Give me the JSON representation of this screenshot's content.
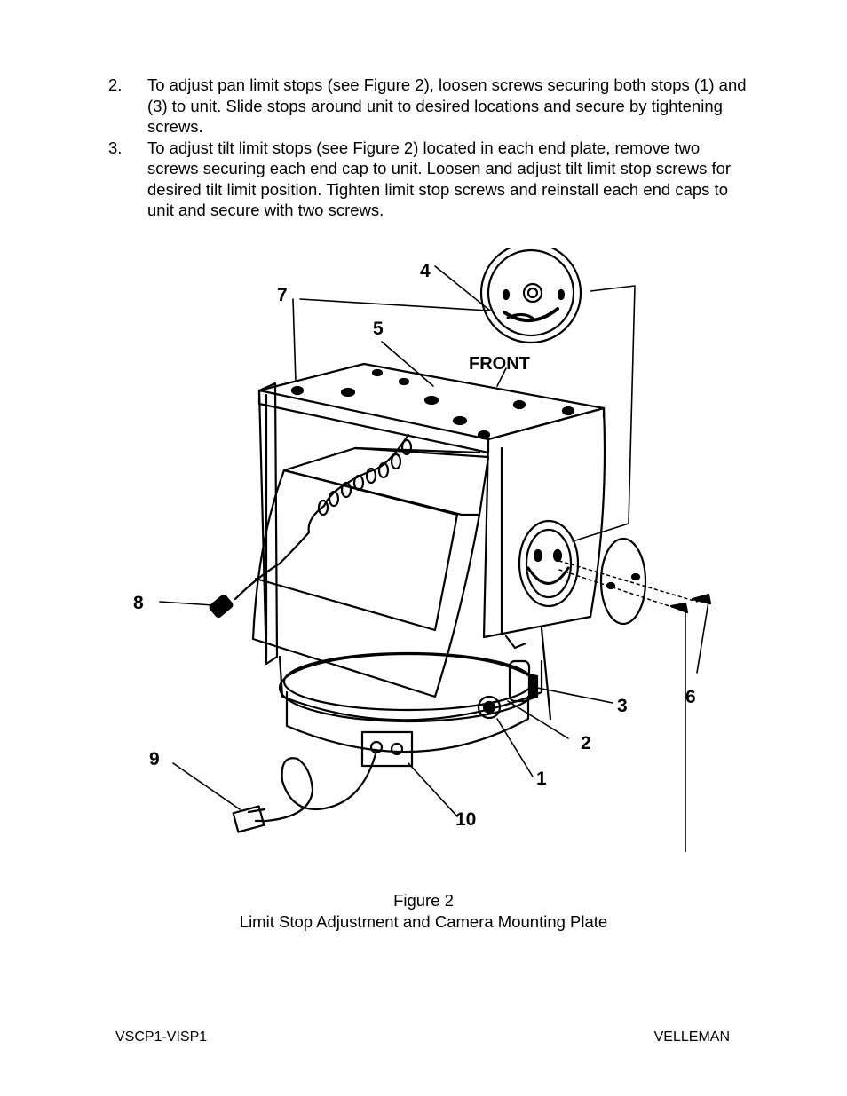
{
  "steps": [
    {
      "number": "2.",
      "text": "To adjust pan limit stops (see Figure 2), loosen screws securing both stops (1) and (3) to unit. Slide stops around unit to desired locations and secure by tightening screws."
    },
    {
      "number": "3.",
      "text": "To adjust tilt limit stops (see Figure 2) located in each end plate, remove two screws securing each end cap to unit. Loosen and adjust tilt limit stop screws for desired tilt limit position. Tighten limit stop screws and reinstall each end caps to unit and secure with two screws."
    }
  ],
  "figure": {
    "front_label": "FRONT",
    "callouts": {
      "c1": "1",
      "c2": "2",
      "c3": "3",
      "c4": "4",
      "c5": "5",
      "c6": "6",
      "c7": "7",
      "c8": "8",
      "c9": "9",
      "c10": "10"
    }
  },
  "caption": {
    "line1": "Figure 2",
    "line2": "Limit Stop Adjustment and Camera Mounting Plate"
  },
  "footer": {
    "left": "VSCP1-VISP1",
    "right": "VELLEMAN"
  }
}
